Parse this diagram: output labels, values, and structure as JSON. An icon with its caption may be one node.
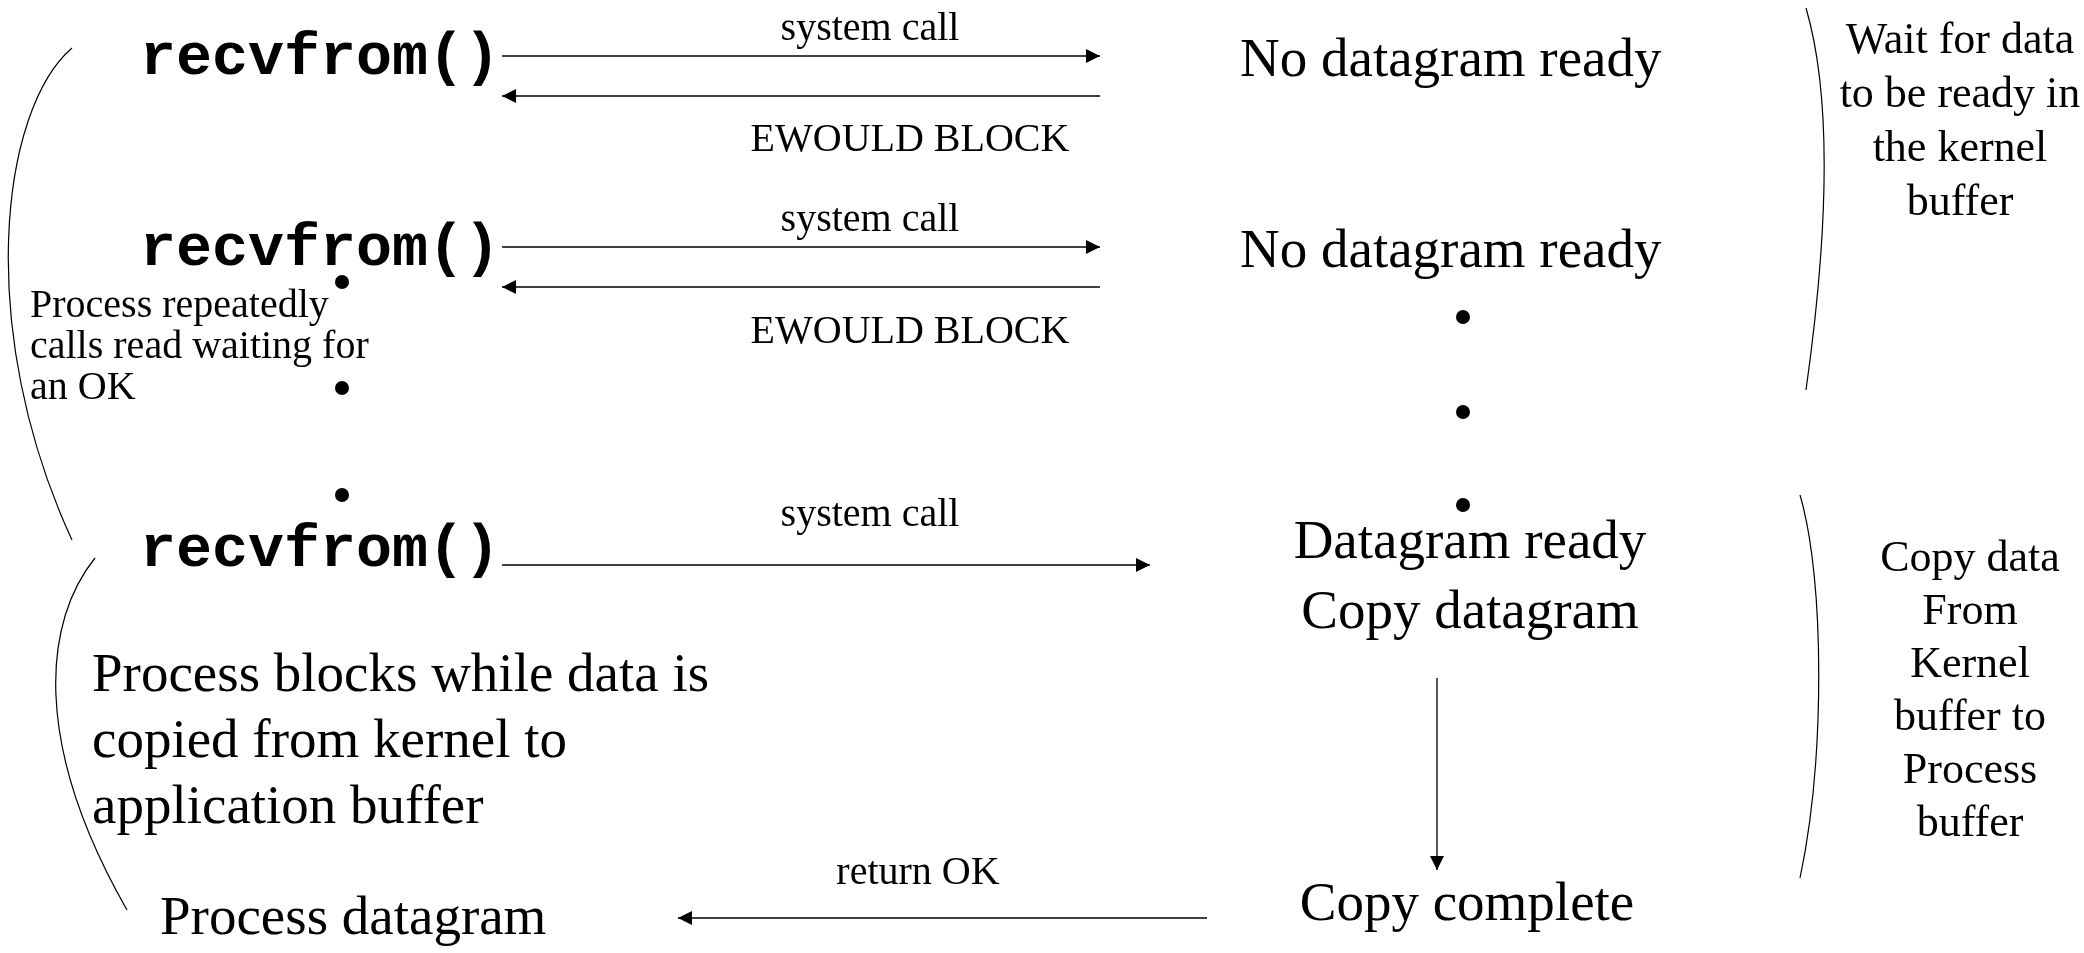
{
  "diagram": {
    "nodes": [
      {
        "text": [
          "recvfrom()"
        ]
      },
      {
        "text": [
          "No datagram ready"
        ]
      },
      {
        "text": [
          "recvfrom()"
        ]
      },
      {
        "text": [
          "No datagram ready"
        ]
      },
      {
        "text": [
          "recvfrom()"
        ]
      },
      {
        "text": [
          "Datagram ready Copy datagram"
        ]
      },
      {
        "text": [
          "Process datagram"
        ]
      },
      {
        "text": [
          "Copy complete"
        ]
      }
    ],
    "edges": [
      {
        "from": 0,
        "to": 1,
        "arrow": "to",
        "label": "system call"
      },
      {
        "from": 1,
        "to": 0,
        "arrow": "to",
        "label": "EWOULD BLOCK"
      },
      {
        "from": 2,
        "to": 3,
        "arrow": "to",
        "label": "system call"
      },
      {
        "from": 3,
        "to": 2,
        "arrow": "to",
        "label": "EWOULD BLOCK"
      },
      {
        "from": 4,
        "to": 5,
        "arrow": "to",
        "label": "system call"
      },
      {
        "from": 5,
        "to": 7,
        "arrow": "to"
      },
      {
        "from": 7,
        "to": 6,
        "arrow": "to",
        "label": "return OK"
      }
    ],
    "labels": [
      "Wait for data to be ready in the kernel buffer",
      "Process repeatedly calls read waiting for an OK",
      "Copy data From Kernel buffer to Process buffer",
      "Process blocks while data is copied from kernel to application buffer"
    ]
  }
}
